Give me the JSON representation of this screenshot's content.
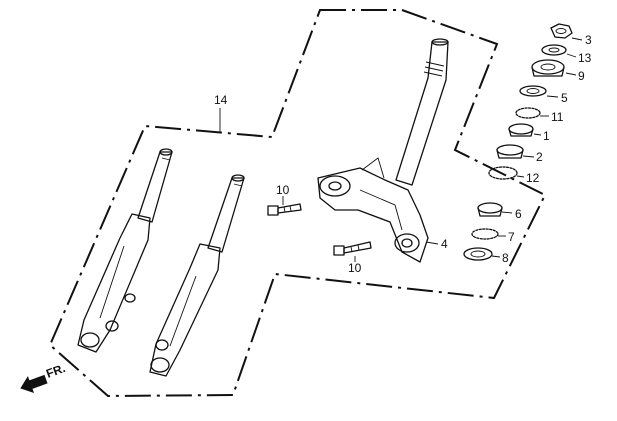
{
  "diagram": {
    "group_label": "14",
    "direction_label": "FR.",
    "callouts": [
      {
        "id": "c3",
        "text": "3"
      },
      {
        "id": "c13",
        "text": "13"
      },
      {
        "id": "c9",
        "text": "9"
      },
      {
        "id": "c5",
        "text": "5"
      },
      {
        "id": "c11",
        "text": "11"
      },
      {
        "id": "c1",
        "text": "1"
      },
      {
        "id": "c2",
        "text": "2"
      },
      {
        "id": "c12",
        "text": "12"
      },
      {
        "id": "c6",
        "text": "6"
      },
      {
        "id": "c7",
        "text": "7"
      },
      {
        "id": "c8",
        "text": "8"
      },
      {
        "id": "c4",
        "text": "4"
      },
      {
        "id": "c10a",
        "text": "10"
      },
      {
        "id": "c10b",
        "text": "10"
      }
    ]
  }
}
